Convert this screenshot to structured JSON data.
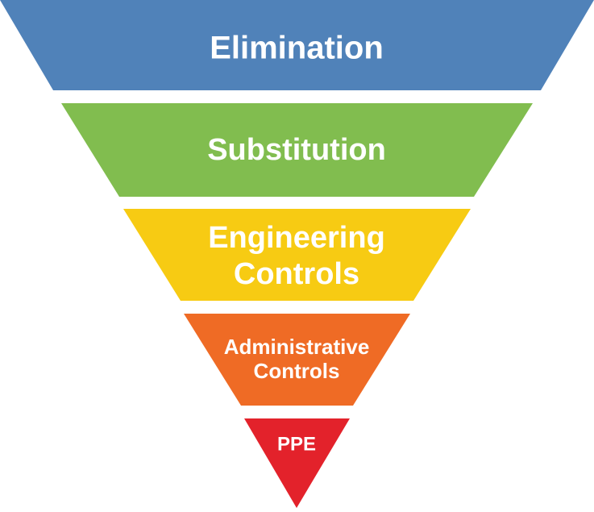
{
  "hierarchy_levels": [
    {
      "lines": [
        "Elimination"
      ],
      "color": "#5082b9"
    },
    {
      "lines": [
        "Substitution"
      ],
      "color": "#81bd4f"
    },
    {
      "lines": [
        "Engineering",
        "Controls"
      ],
      "color": "#f7cb13"
    },
    {
      "lines": [
        "Administrative",
        "Controls"
      ],
      "color": "#ef6b25"
    },
    {
      "lines": [
        "PPE"
      ],
      "color": "#e3222b"
    }
  ]
}
